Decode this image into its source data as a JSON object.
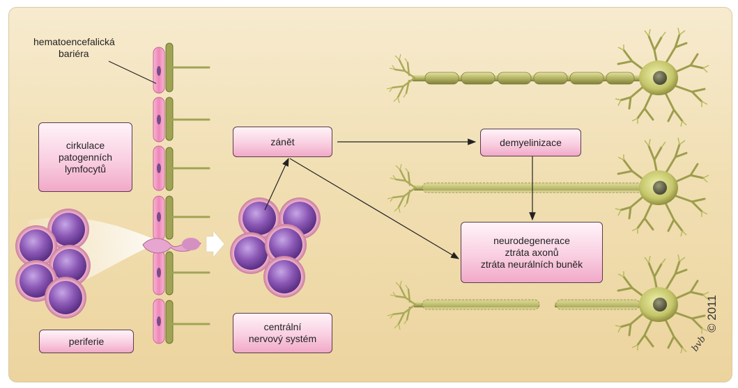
{
  "labels": {
    "barrier_line1": "hematoencefalická",
    "barrier_line2": "bariéra"
  },
  "boxes": {
    "circulation": [
      "cirkulace",
      "patogenních",
      "lymfocytů"
    ],
    "periphery": [
      "periferie"
    ],
    "inflammation": [
      "zánět"
    ],
    "cns": [
      "centrální",
      "nervový systém"
    ],
    "demyelination": [
      "demyelinizace"
    ],
    "neurodegeneration": [
      "neurodegenerace",
      "ztráta axonů",
      "ztráta neurálních buněk"
    ]
  },
  "copyright": "© 2011",
  "signature": "bvb",
  "colors": {
    "box_fill": "#f9cfe1",
    "cell_purple": "#8c5bb0",
    "neuron_green": "#b9b96a",
    "endothelium_pink": "#f08fbf"
  }
}
